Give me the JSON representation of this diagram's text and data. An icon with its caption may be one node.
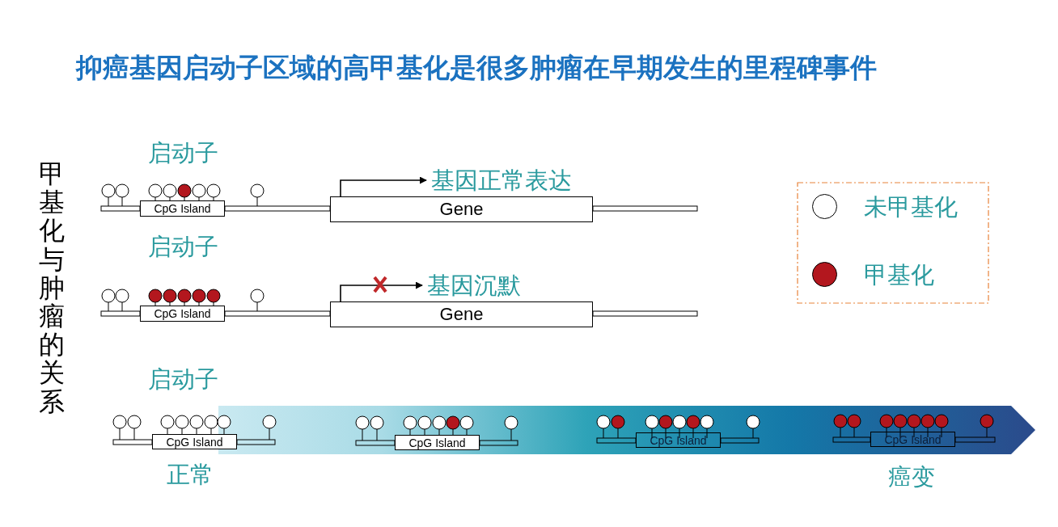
{
  "diagram": {
    "title": "抑癌基因启动子区域的高甲基化是很多肿瘤在早期发生的里程碑事件",
    "nodes": [
      {
        "text": [
          "CpG Island"
        ]
      },
      {
        "text": [
          "Gene"
        ]
      },
      {
        "text": [
          "基因正常表达"
        ]
      },
      {
        "text": [
          "CpG Island"
        ]
      },
      {
        "text": [
          "Gene"
        ]
      },
      {
        "text": [
          "基因沉默"
        ]
      },
      {
        "text": [
          "CpG Island"
        ]
      },
      {
        "text": [
          "CpG Island"
        ]
      },
      {
        "text": [
          "CpG Island"
        ]
      },
      {
        "text": [
          "CpG Island"
        ]
      }
    ],
    "edges": [
      {
        "from": 1,
        "to": 2,
        "arrow": "to"
      },
      {
        "from": 4,
        "to": 5,
        "arrow": "to"
      }
    ],
    "labels": [
      "甲基化与肿瘤的关系",
      "启动子",
      "启动子",
      "启动子",
      "正常",
      "癌变"
    ],
    "legend": [
      {
        "text": "未甲基化",
        "color": "#ffffff"
      },
      {
        "text": "甲基化",
        "color": "#b3171e"
      }
    ]
  }
}
